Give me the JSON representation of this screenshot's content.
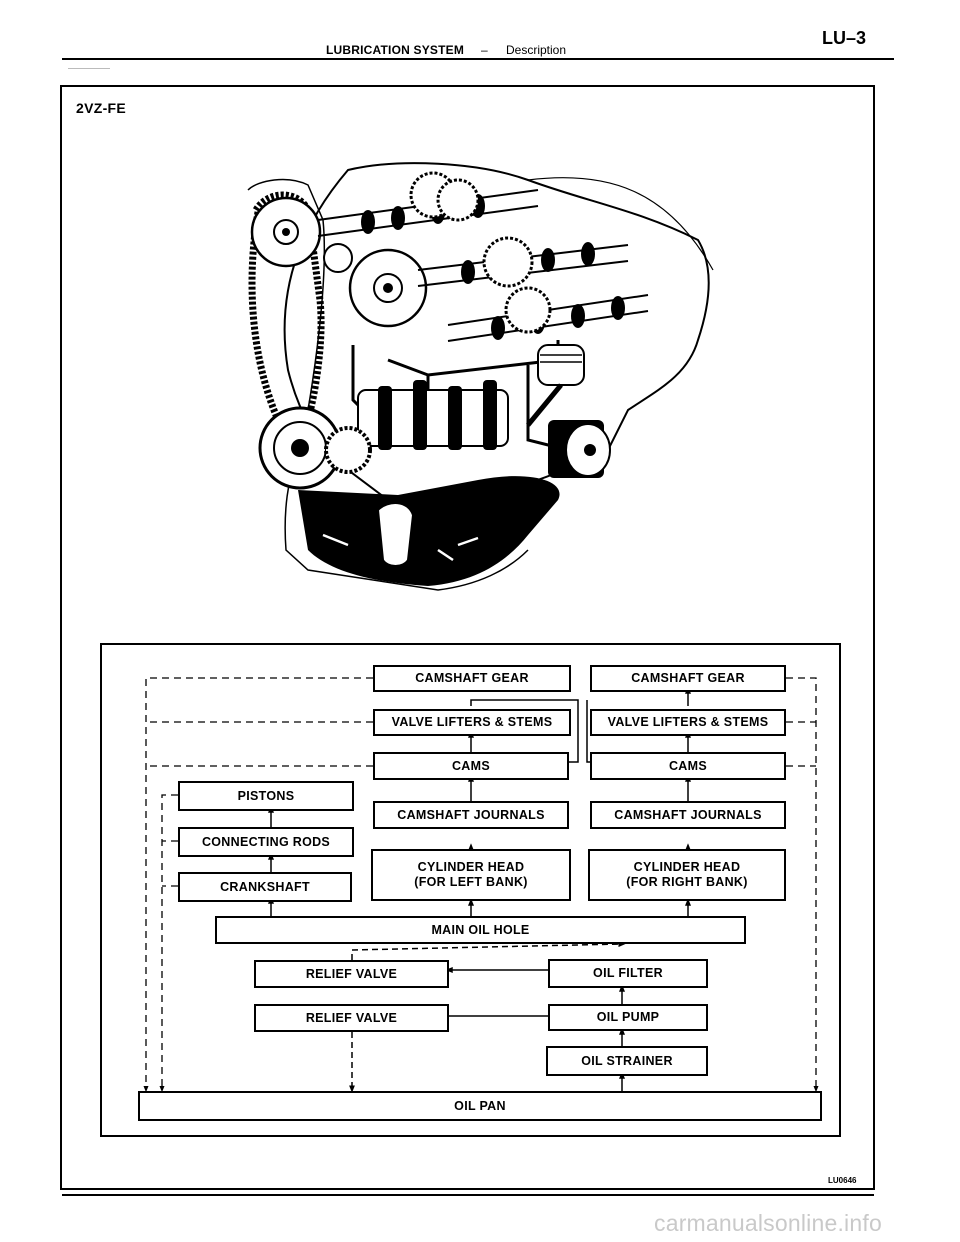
{
  "header": {
    "section": "LUBRICATION SYSTEM",
    "separator": "–",
    "subsection": "Description",
    "page": "LU–3"
  },
  "figure": {
    "model": "2VZ-FE",
    "ref_code": "LU0646",
    "engine_illustration": "engine-cutaway-illustration"
  },
  "flow": {
    "camshaft_gear_left": "CAMSHAFT GEAR",
    "camshaft_gear_right": "CAMSHAFT GEAR",
    "valve_lifters_left": "VALVE LIFTERS & STEMS",
    "valve_lifters_right": "VALVE LIFTERS & STEMS",
    "cams_left": "CAMS",
    "cams_right": "CAMS",
    "pistons": "PISTONS",
    "camshaft_journals_left": "CAMSHAFT JOURNALS",
    "camshaft_journals_right": "CAMSHAFT JOURNALS",
    "connecting_rods": "CONNECTING RODS",
    "crankshaft": "CRANKSHAFT",
    "cylinder_head_left": "CYLINDER HEAD\n(FOR LEFT BANK)",
    "cylinder_head_right": "CYLINDER HEAD\n(FOR RIGHT BANK)",
    "main_oil_hole": "MAIN OIL HOLE",
    "relief_valve_upper": "RELIEF VALVE",
    "oil_filter": "OIL FILTER",
    "relief_valve_lower": "RELIEF VALVE",
    "oil_pump": "OIL PUMP",
    "oil_strainer": "OIL STRAINER",
    "oil_pan": "OIL PAN"
  },
  "watermark": "carmanualsonline.info"
}
